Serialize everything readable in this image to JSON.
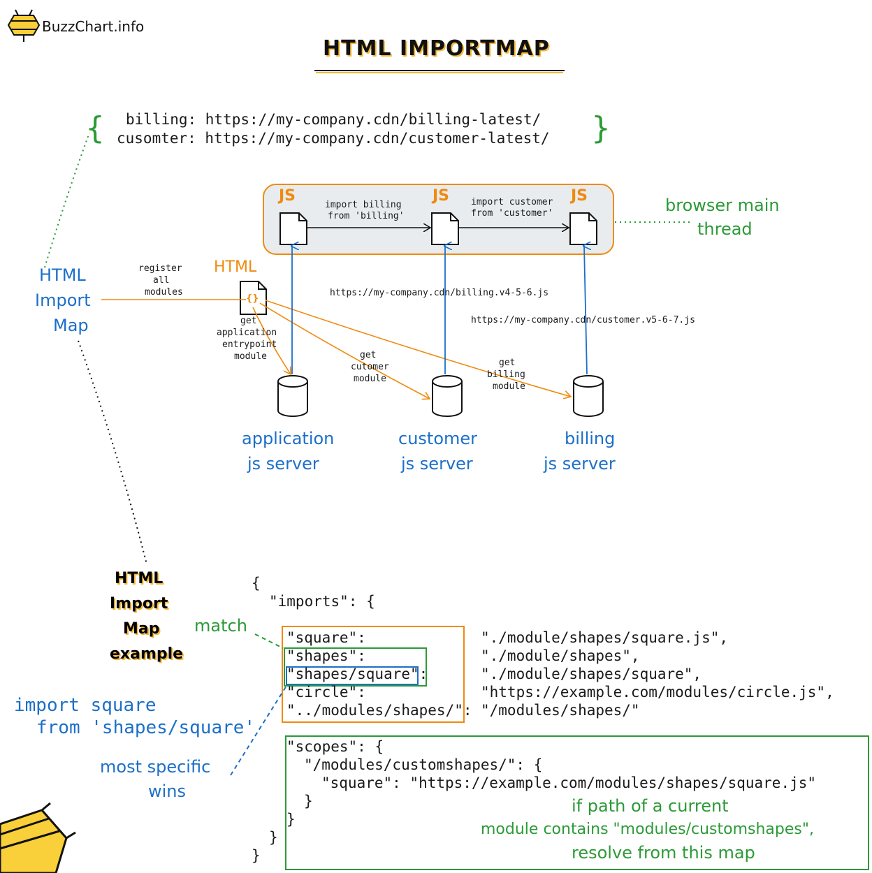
{
  "brand": {
    "name": "BuzzChart.info"
  },
  "title": "HTML IMPORTMAP",
  "top_map": {
    "open_brace": "{",
    "close_brace": "}",
    "line1": "billing: https://my-company.cdn/billing-latest/",
    "line2": "cusomter: https://my-company.cdn/customer-latest/"
  },
  "thread": {
    "label_line1": "browser main",
    "label_line2": "thread",
    "js_label": "JS",
    "arrow1_line1": "import billing",
    "arrow1_line2": "from 'billing'",
    "arrow2_line1": "import customer",
    "arrow2_line2": "from 'customer'"
  },
  "html_node": {
    "label": "HTML",
    "braces": "{}",
    "register_line1": "register",
    "register_line2": "all",
    "register_line3": "modules",
    "entry_line1": "get",
    "entry_line2": "application",
    "entry_line3": "entrypoint",
    "entry_line4": "module",
    "customer_line1": "get",
    "customer_line2": "cutomer",
    "customer_line3": "module",
    "billing_line1": "get",
    "billing_line2": "billing",
    "billing_line3": "module"
  },
  "import_map_label": {
    "line1": "HTML",
    "line2": "Import",
    "line3": "Map"
  },
  "urls": {
    "billing": "https://my-company.cdn/billing.v4-5-6.js",
    "customer": "https://my-company.cdn/customer.v5-6-7.js"
  },
  "servers": [
    {
      "line1": "application",
      "line2": "js server"
    },
    {
      "line1": "customer",
      "line2": "js server"
    },
    {
      "line1": "billing",
      "line2": "js server"
    }
  ],
  "example": {
    "label_line1": "HTML",
    "label_line2": "Import",
    "label_line3": "Map",
    "label_line4": "example",
    "match": "match",
    "import_line1": "import square",
    "import_line2": "from 'shapes/square'",
    "specific_line1": "most specific",
    "specific_line2": "wins",
    "code": {
      "open": "{",
      "imports_open": "\"imports\": {",
      "keys": [
        "\"square\":",
        "\"shapes\":",
        "\"shapes/square\":",
        "\"circle\":",
        "\"../modules/shapes/\":"
      ],
      "values": [
        "\"./module/shapes/square.js\",",
        "\"./module/shapes\",",
        "\"./module/shapes/square\",",
        "\"https://example.com/modules/circle.js\",",
        "\"/modules/shapes/\""
      ],
      "scopes_open": "\"scopes\": {",
      "scope_key": "\"/modules/customshapes/\": {",
      "scope_entry": "\"square\": \"https://example.com/modules/shapes/square.js\"",
      "close_inner": "}",
      "close_scopes": "}",
      "close_imports": "}",
      "close_root": "}"
    },
    "scope_note_line1": "if path of a current",
    "scope_note_line2": "module contains \"modules/customshapes\",",
    "scope_note_line3": "resolve from this map"
  },
  "colors": {
    "orange": "#f08a0e",
    "blue": "#1c6fc9",
    "green": "#2c9a37",
    "thread_bg": "#e9ecef"
  }
}
